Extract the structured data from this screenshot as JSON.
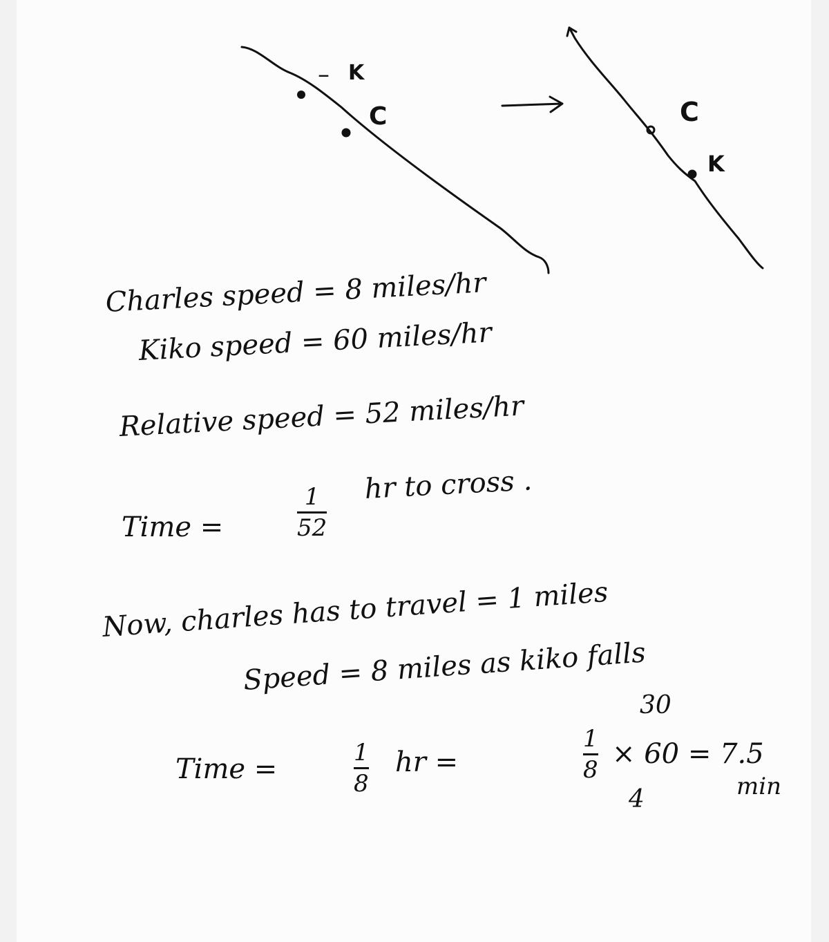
{
  "diagram": {
    "before": {
      "labels": [
        {
          "id": "k",
          "text": "K"
        },
        {
          "id": "c",
          "text": "C"
        }
      ]
    },
    "arrow": "→",
    "after": {
      "labels": [
        {
          "id": "c",
          "text": "C"
        },
        {
          "id": "k",
          "text": "K"
        }
      ]
    }
  },
  "solution": {
    "lines": [
      {
        "id": "charles-speed",
        "text": "Charles speed = 8 miles/hr"
      },
      {
        "id": "kiko-speed",
        "text": "Kiko speed = 60 miles/hr"
      },
      {
        "id": "relative-speed",
        "text": "Relative speed = 52 miles/hr"
      },
      {
        "id": "time-cross-prefix",
        "text": "Time ="
      },
      {
        "id": "time-cross-suffix",
        "text": "hr to cross ."
      },
      {
        "id": "now-charles",
        "text": "Now, charles has to travel = 1 miles"
      },
      {
        "id": "speed-8",
        "text": "Speed = 8 miles as kiko falls"
      },
      {
        "id": "time-final-prefix",
        "text": "Time ="
      },
      {
        "id": "time-final-mid",
        "text": "hr ="
      },
      {
        "id": "time-final-times",
        "text": "× 60 = 7.5"
      },
      {
        "id": "time-final-unit",
        "text": "min"
      }
    ],
    "fractions": {
      "cross": {
        "num": "1",
        "den": "52"
      },
      "hr": {
        "num": "1",
        "den": "8"
      },
      "calc": {
        "num": "1",
        "den": "8"
      }
    },
    "cancel_marks": {
      "above": "30",
      "below": "4"
    }
  }
}
